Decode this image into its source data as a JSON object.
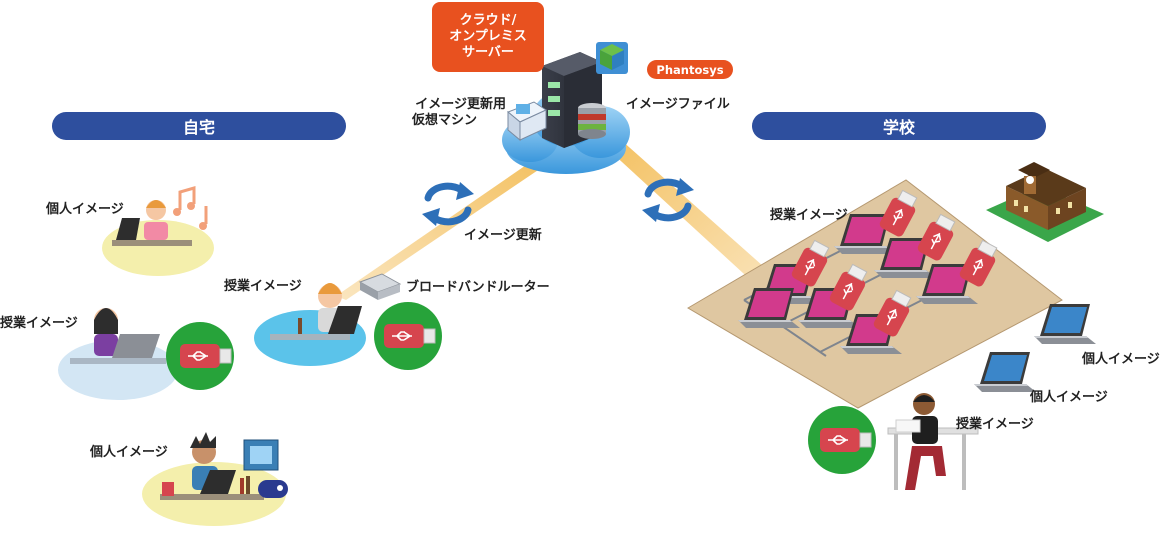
{
  "colors": {
    "banner_blue": "#2e4f9e",
    "server_orange": "#e8511f",
    "beam_yellow": "#f2b84b",
    "sync_arrow_blue": "#2d6fb8",
    "cloud_blue": "#5fb0e6",
    "floor_beige": "#dfc7a1",
    "usb_red": "#d6454e",
    "usb_bubble_green": "#27a33a",
    "laptop_screen_pink": "#d23a8c",
    "laptop_screen_blue": "#3b86c9",
    "pad_yellow": "#f4efac",
    "pad_teal": "#5bc3ea",
    "pad_lightblue": "#d3e6f4"
  },
  "banners": {
    "home": "自宅",
    "school": "学校"
  },
  "server": {
    "box_line1": "クラウド/",
    "box_line2": "オンプレミス",
    "box_line3": "サーバー",
    "badge": "Phantosys",
    "vm_label_line1": "イメージ更新用",
    "vm_label_line2": "仮想マシン",
    "image_file_label": "イメージファイル",
    "icons": [
      "cloud-icon",
      "server-rack-icon",
      "virtual-machine-icon",
      "database-icon",
      "phantosys-logo-icon"
    ]
  },
  "network": {
    "update_label": "イメージ更新",
    "router_label": "ブロードバンドルーター",
    "icons": [
      "sync-arrows-icon",
      "router-icon"
    ]
  },
  "home_users": [
    {
      "label": "個人イメージ",
      "props": [
        "music-note-icon",
        "laptop-icon",
        "person-icon"
      ]
    },
    {
      "label": "授業イメージ",
      "props": [
        "usb-stick-icon",
        "laptop-icon",
        "person-icon"
      ]
    },
    {
      "label": "授業イメージ",
      "props": [
        "usb-stick-icon",
        "laptop-icon",
        "person-icon"
      ]
    },
    {
      "label": "個人イメージ",
      "props": [
        "film-icon",
        "gamepad-icon",
        "mug-icon",
        "laptop-icon",
        "person-icon"
      ]
    }
  ],
  "school": {
    "classroom_label": "授業イメージ",
    "laptop_a_label": "個人イメージ",
    "laptop_b_label": "個人イメージ",
    "student_label": "授業イメージ",
    "icons": [
      "school-building-icon",
      "classroom-laptop-icon",
      "usb-stick-icon",
      "student-icon"
    ]
  }
}
